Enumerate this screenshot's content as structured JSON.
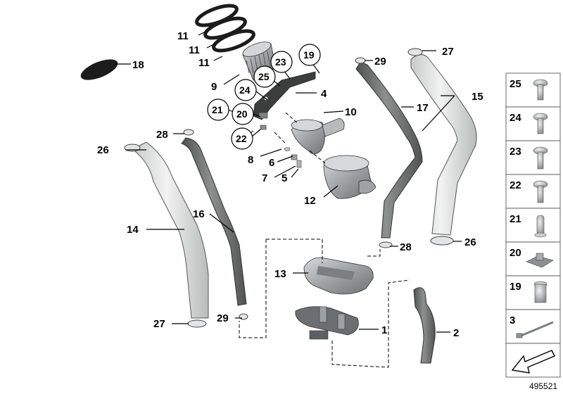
{
  "diagram": {
    "part_number": "495521",
    "callouts": {
      "c1": "1",
      "c2": "2",
      "c4": "4",
      "c5": "5",
      "c6": "6",
      "c7": "7",
      "c8": "8",
      "c9": "9",
      "c10": "10",
      "c11a": "11",
      "c11b": "11",
      "c11c": "11",
      "c12": "12",
      "c13": "13",
      "c14": "14",
      "c15": "15",
      "c16": "16",
      "c17": "17",
      "c18": "18",
      "c19": "19",
      "c20": "20",
      "c21": "21",
      "c22": "22",
      "c23": "23",
      "c24": "24",
      "c25": "25",
      "c26a": "26",
      "c26b": "26",
      "c27a": "27",
      "c27b": "27",
      "c28a": "28",
      "c28b": "28",
      "c29a": "29",
      "c29b": "29"
    },
    "legend": {
      "l25": "25",
      "l24": "24",
      "l23": "23",
      "l22": "22",
      "l21": "21",
      "l20": "20",
      "l19": "19",
      "l3": "3"
    }
  },
  "colors": {
    "hose_dark": "#6a6d6a",
    "hose_light": "#dcdedc",
    "metal": "#a9acaf",
    "line": "#000000"
  },
  "icons": {
    "legend_arrow": "arrow-down-left-icon"
  }
}
